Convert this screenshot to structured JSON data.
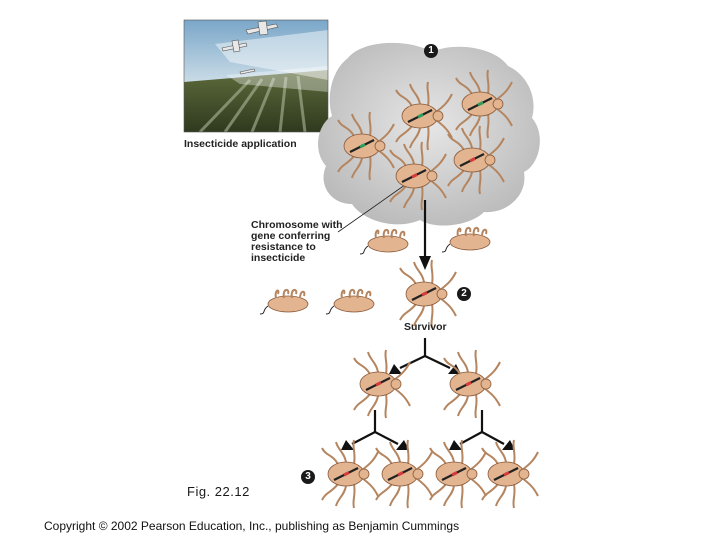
{
  "photo_caption": "Insecticide application",
  "chromosome_label": [
    "Chromosome with",
    "gene conferring",
    "resistance to",
    "insecticide"
  ],
  "survivor_label": "Survivor",
  "steps": [
    "1",
    "2",
    "3"
  ],
  "figure_label": "Fig. 22.12",
  "copyright": "Copyright © 2002 Pearson Education, Inc., publishing as Benjamin Cummings",
  "colors": {
    "beetle_body": "#e2b48f",
    "beetle_legs": "#b5855f",
    "cloud": "#c8c8c8",
    "gene_resistant": "#d23c3c",
    "gene_normal": "#2e9e5e",
    "arrow": "#111111"
  }
}
